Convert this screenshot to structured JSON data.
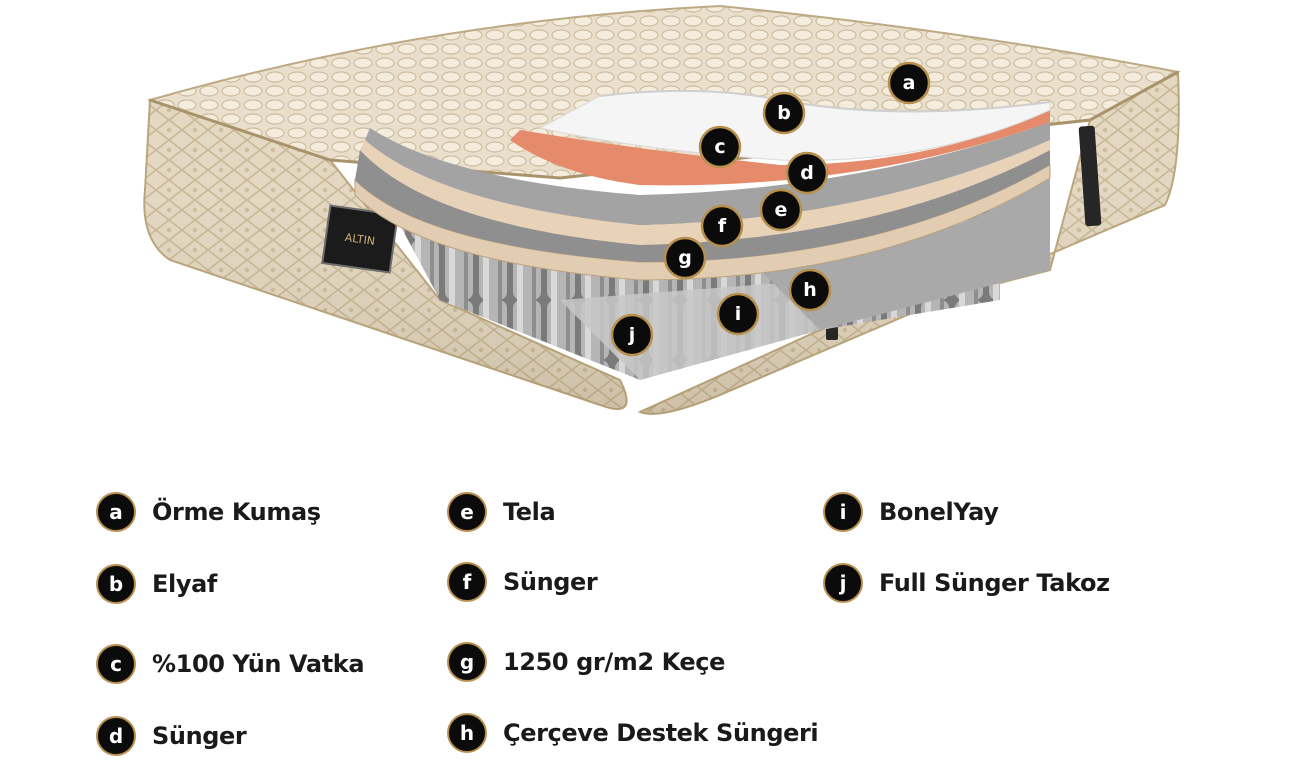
{
  "brand_tag": "ALTIN",
  "layers": [
    {
      "key": "a",
      "label": "Örme Kumaş"
    },
    {
      "key": "b",
      "label": "Elyaf"
    },
    {
      "key": "c",
      "label": "%100 Yün Vatka"
    },
    {
      "key": "d",
      "label": "Sünger"
    },
    {
      "key": "e",
      "label": "Tela"
    },
    {
      "key": "f",
      "label": "Sünger"
    },
    {
      "key": "g",
      "label": "1250 gr/m2 Keçe"
    },
    {
      "key": "h",
      "label": "Çerçeve Destek Süngeri"
    },
    {
      "key": "i",
      "label": "BonelYay"
    },
    {
      "key": "j",
      "label": "Full Sünger Takoz"
    }
  ],
  "colors": {
    "fabric": "#e7dcc8",
    "fabric_shadow": "#cbbb9c",
    "border_piping": "#b9a47a",
    "badge_bg": "#0b0b0b",
    "badge_ring": "#b8904e",
    "wool_layer": "#e58a6a",
    "foam": "#9b9b9b",
    "fiber": "#f4f4f4"
  }
}
